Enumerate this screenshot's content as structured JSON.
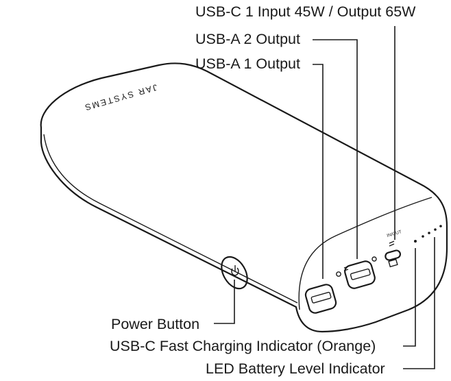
{
  "brand": "JAR SYSTEMS",
  "port_marking": "IN/OUT",
  "labels": {
    "usb_c": "USB-C 1 Input 45W / Output 65W",
    "usb_a2": "USB-A 2 Output",
    "usb_a1": "USB-A 1 Output",
    "power_button": "Power Button",
    "fast_charge_indicator": "USB-C Fast Charging Indicator (Orange)",
    "battery_indicator": "LED Battery Level Indicator"
  }
}
